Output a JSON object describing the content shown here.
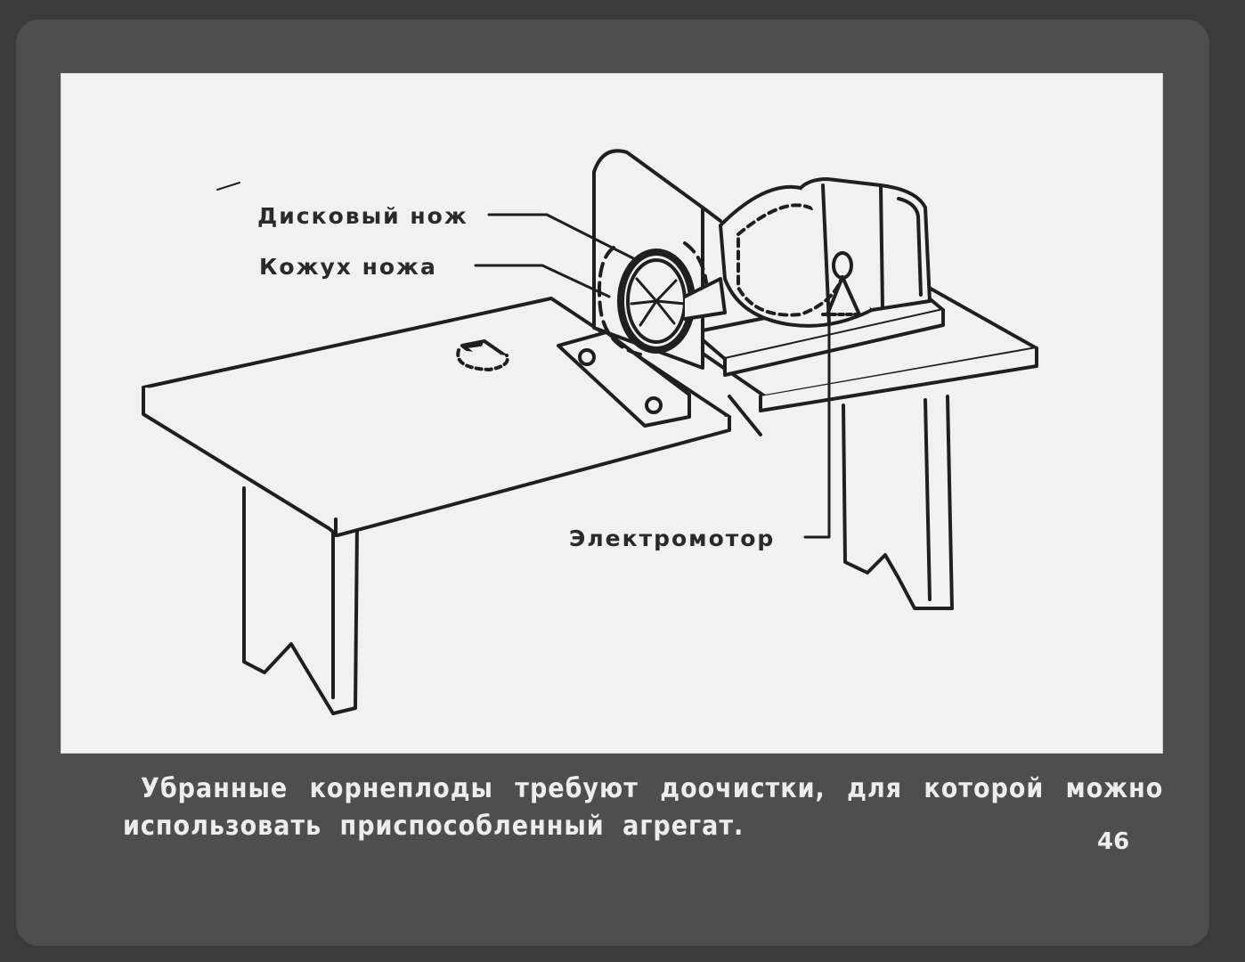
{
  "diagram": {
    "labels": {
      "disc_knife": "Дисковый нож",
      "knife_casing": "Кожух ножа",
      "electric_motor": "Электромотор"
    }
  },
  "caption": {
    "line1": "Убранные корнеплоды требуют доочистки, для которой можно",
    "line2": "использовать приспособленный агрегат."
  },
  "slide_number": "46"
}
